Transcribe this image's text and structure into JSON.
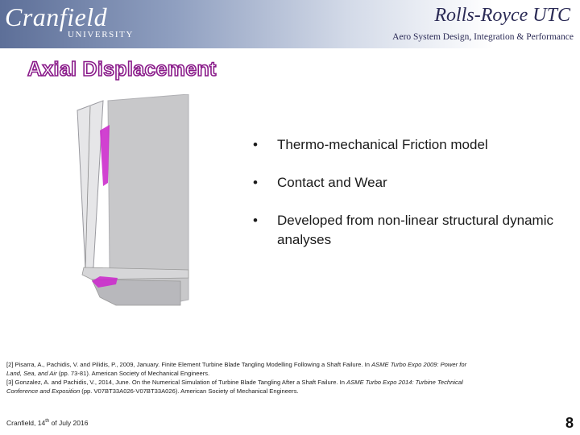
{
  "header": {
    "logo_main": "Cranfield",
    "logo_sub": "UNIVERSITY",
    "title": "Rolls-Royce UTC",
    "subtitle": "Aero System Design, Integration & Performance"
  },
  "slide": {
    "title": "Axial Displacement",
    "bullets": [
      {
        "marker": "•",
        "text": "Thermo-mechanical Friction model"
      },
      {
        "marker": "•",
        "text": "Contact and Wear"
      },
      {
        "marker": "•",
        "text": "Developed from non-linear structural dynamic analyses"
      }
    ]
  },
  "references": {
    "ref2_a": "[2] Pisarra, A., Pachidis, V. and Pilidis, P., 2009, January. Finite Element Turbine Blade Tangling Modelling Following a Shaft Failure. In ",
    "ref2_b": "ASME Turbo Expo 2009: Power for",
    "ref2_c": "Land, Sea, and Air",
    "ref2_d": " (pp. 73-81). American Society of Mechanical Engineers.",
    "ref3_a": "[3] Gonzalez, A. and Pachidis, V., 2014, June. On the Numerical Simulation of Turbine Blade Tangling After a Shaft Failure. In ",
    "ref3_b": "ASME Turbo Expo 2014: Turbine Technical",
    "ref3_c": "Conference and Exposition",
    "ref3_d": " (pp. V07BT33A026-V07BT33A026). American Society of Mechanical Engineers."
  },
  "footer": {
    "date_prefix": "Cranfield, 14",
    "date_sup": "th",
    "date_suffix": " of July 2016",
    "page_number": "8"
  },
  "colors": {
    "title_outline": "#8a1b8a",
    "contact_highlight": "#cc2ccc",
    "blade_fill": "#c8c8ca"
  }
}
